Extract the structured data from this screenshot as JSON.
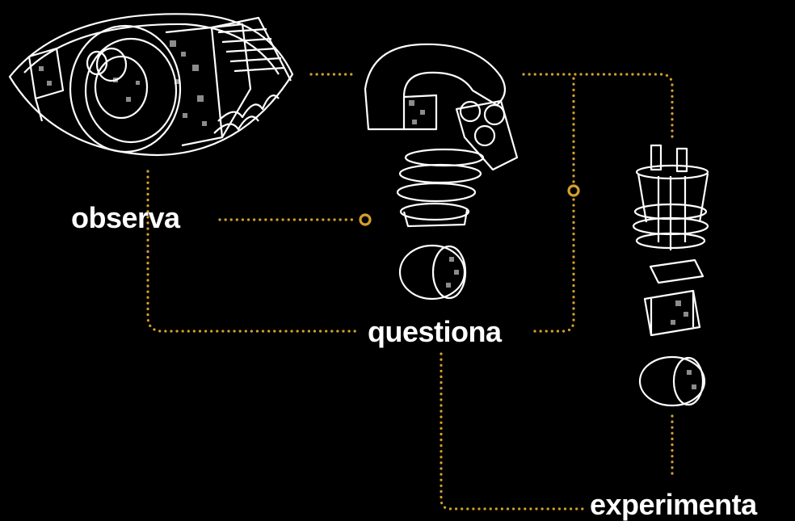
{
  "labels": {
    "observa": "observa",
    "questiona": "questiona",
    "experimenta": "experimenta"
  },
  "colors": {
    "background": "#000000",
    "connector": "#d4a02a",
    "line_art": "#ffffff",
    "label_text": "#ffffff"
  },
  "illustrations": [
    "eye-icon",
    "question-mark-icon",
    "exclamation-mark-icon"
  ]
}
